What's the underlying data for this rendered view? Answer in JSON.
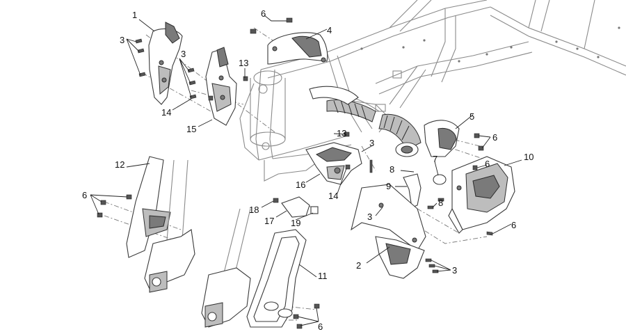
{
  "callouts": [
    {
      "id": "c1",
      "label": "1"
    },
    {
      "id": "c2",
      "label": "2"
    },
    {
      "id": "c3a",
      "label": "3"
    },
    {
      "id": "c3b",
      "label": "3"
    },
    {
      "id": "c3c",
      "label": "3"
    },
    {
      "id": "c3d",
      "label": "3"
    },
    {
      "id": "c3e",
      "label": "3"
    },
    {
      "id": "c4",
      "label": "4"
    },
    {
      "id": "c5",
      "label": "5"
    },
    {
      "id": "c6a",
      "label": "6"
    },
    {
      "id": "c6b",
      "label": "6"
    },
    {
      "id": "c6c",
      "label": "6"
    },
    {
      "id": "c6d",
      "label": "6"
    },
    {
      "id": "c6e",
      "label": "6"
    },
    {
      "id": "c6f",
      "label": "6"
    },
    {
      "id": "c7",
      "label": "7"
    },
    {
      "id": "c8a",
      "label": "8"
    },
    {
      "id": "c8b",
      "label": "8"
    },
    {
      "id": "c9",
      "label": "9"
    },
    {
      "id": "c10",
      "label": "10"
    },
    {
      "id": "c11",
      "label": "11"
    },
    {
      "id": "c12",
      "label": "12"
    },
    {
      "id": "c13a",
      "label": "13"
    },
    {
      "id": "c13b",
      "label": "13"
    },
    {
      "id": "c14a",
      "label": "14"
    },
    {
      "id": "c14b",
      "label": "14"
    },
    {
      "id": "c15",
      "label": "15"
    },
    {
      "id": "c16",
      "label": "16"
    },
    {
      "id": "c17",
      "label": "17"
    },
    {
      "id": "c18",
      "label": "18"
    },
    {
      "id": "c19",
      "label": "19"
    }
  ]
}
